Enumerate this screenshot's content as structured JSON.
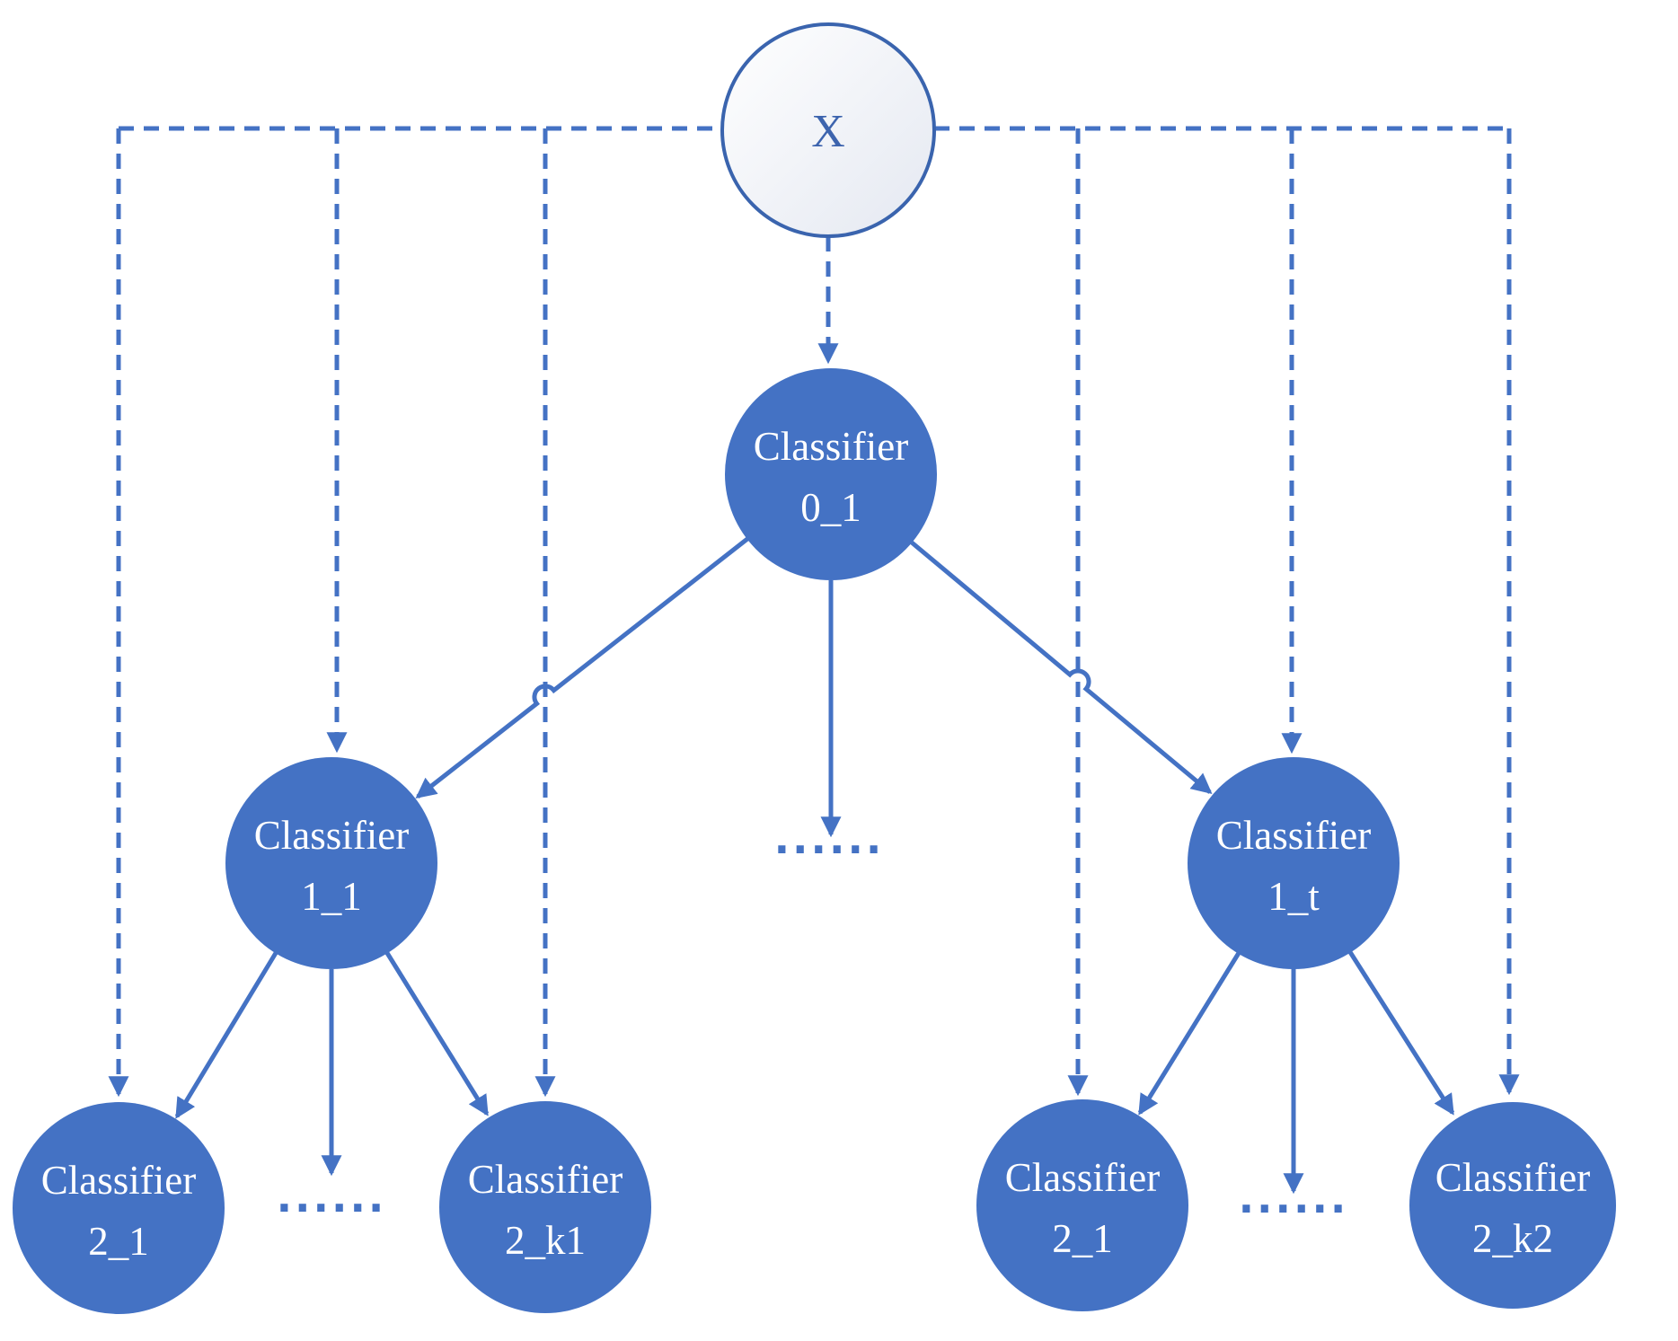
{
  "diagram": {
    "type": "tree",
    "description": "Hierarchical ensemble of classifiers receiving input X",
    "colors": {
      "node_fill": "#4472C4",
      "connector": "#4472C4",
      "root_stroke": "#3A64AE",
      "root_fill_start": "#FFFFFF",
      "root_fill_end": "#E4E8F1",
      "root_text": "#3D64AE",
      "node_text": "#FFFFFF"
    },
    "root": {
      "id": "x",
      "label": "X"
    },
    "nodes": [
      {
        "id": "classifier-0-1",
        "line1": "Classifier",
        "line2": "0_1"
      },
      {
        "id": "classifier-1-1",
        "line1": "Classifier",
        "line2": "1_1"
      },
      {
        "id": "classifier-1-t",
        "line1": "Classifier",
        "line2": "1_t"
      },
      {
        "id": "classifier-2-1-left",
        "line1": "Classifier",
        "line2": "2_1"
      },
      {
        "id": "classifier-2-k1",
        "line1": "Classifier",
        "line2": "2_k1"
      },
      {
        "id": "classifier-2-1-right",
        "line1": "Classifier",
        "line2": "2_1"
      },
      {
        "id": "classifier-2-k2",
        "line1": "Classifier",
        "line2": "2_k2"
      }
    ],
    "ellipsis": {
      "middle": "......",
      "left": "......",
      "right": "......"
    },
    "edges": [
      {
        "from": "x",
        "to": "classifier-0-1",
        "style": "dashed-arrow"
      },
      {
        "from": "x",
        "to": "classifier-1-1",
        "style": "dashed-arrow"
      },
      {
        "from": "x",
        "to": "classifier-1-t",
        "style": "dashed-arrow"
      },
      {
        "from": "x",
        "to": "classifier-2-1-left",
        "style": "dashed-arrow"
      },
      {
        "from": "x",
        "to": "classifier-2-k1",
        "style": "dashed-arrow"
      },
      {
        "from": "x",
        "to": "classifier-2-1-right",
        "style": "dashed-arrow"
      },
      {
        "from": "x",
        "to": "classifier-2-k2",
        "style": "dashed-arrow"
      },
      {
        "from": "classifier-0-1",
        "to": "classifier-1-1",
        "style": "solid-arrow"
      },
      {
        "from": "classifier-0-1",
        "to": "ellipsis-middle",
        "style": "solid-arrow"
      },
      {
        "from": "classifier-0-1",
        "to": "classifier-1-t",
        "style": "solid-arrow"
      },
      {
        "from": "classifier-1-1",
        "to": "classifier-2-1-left",
        "style": "solid-arrow"
      },
      {
        "from": "classifier-1-1",
        "to": "ellipsis-left",
        "style": "solid-arrow"
      },
      {
        "from": "classifier-1-1",
        "to": "classifier-2-k1",
        "style": "solid-arrow"
      },
      {
        "from": "classifier-1-t",
        "to": "classifier-2-1-right",
        "style": "solid-arrow"
      },
      {
        "from": "classifier-1-t",
        "to": "ellipsis-right",
        "style": "solid-arrow"
      },
      {
        "from": "classifier-1-t",
        "to": "classifier-2-k2",
        "style": "solid-arrow"
      }
    ]
  }
}
